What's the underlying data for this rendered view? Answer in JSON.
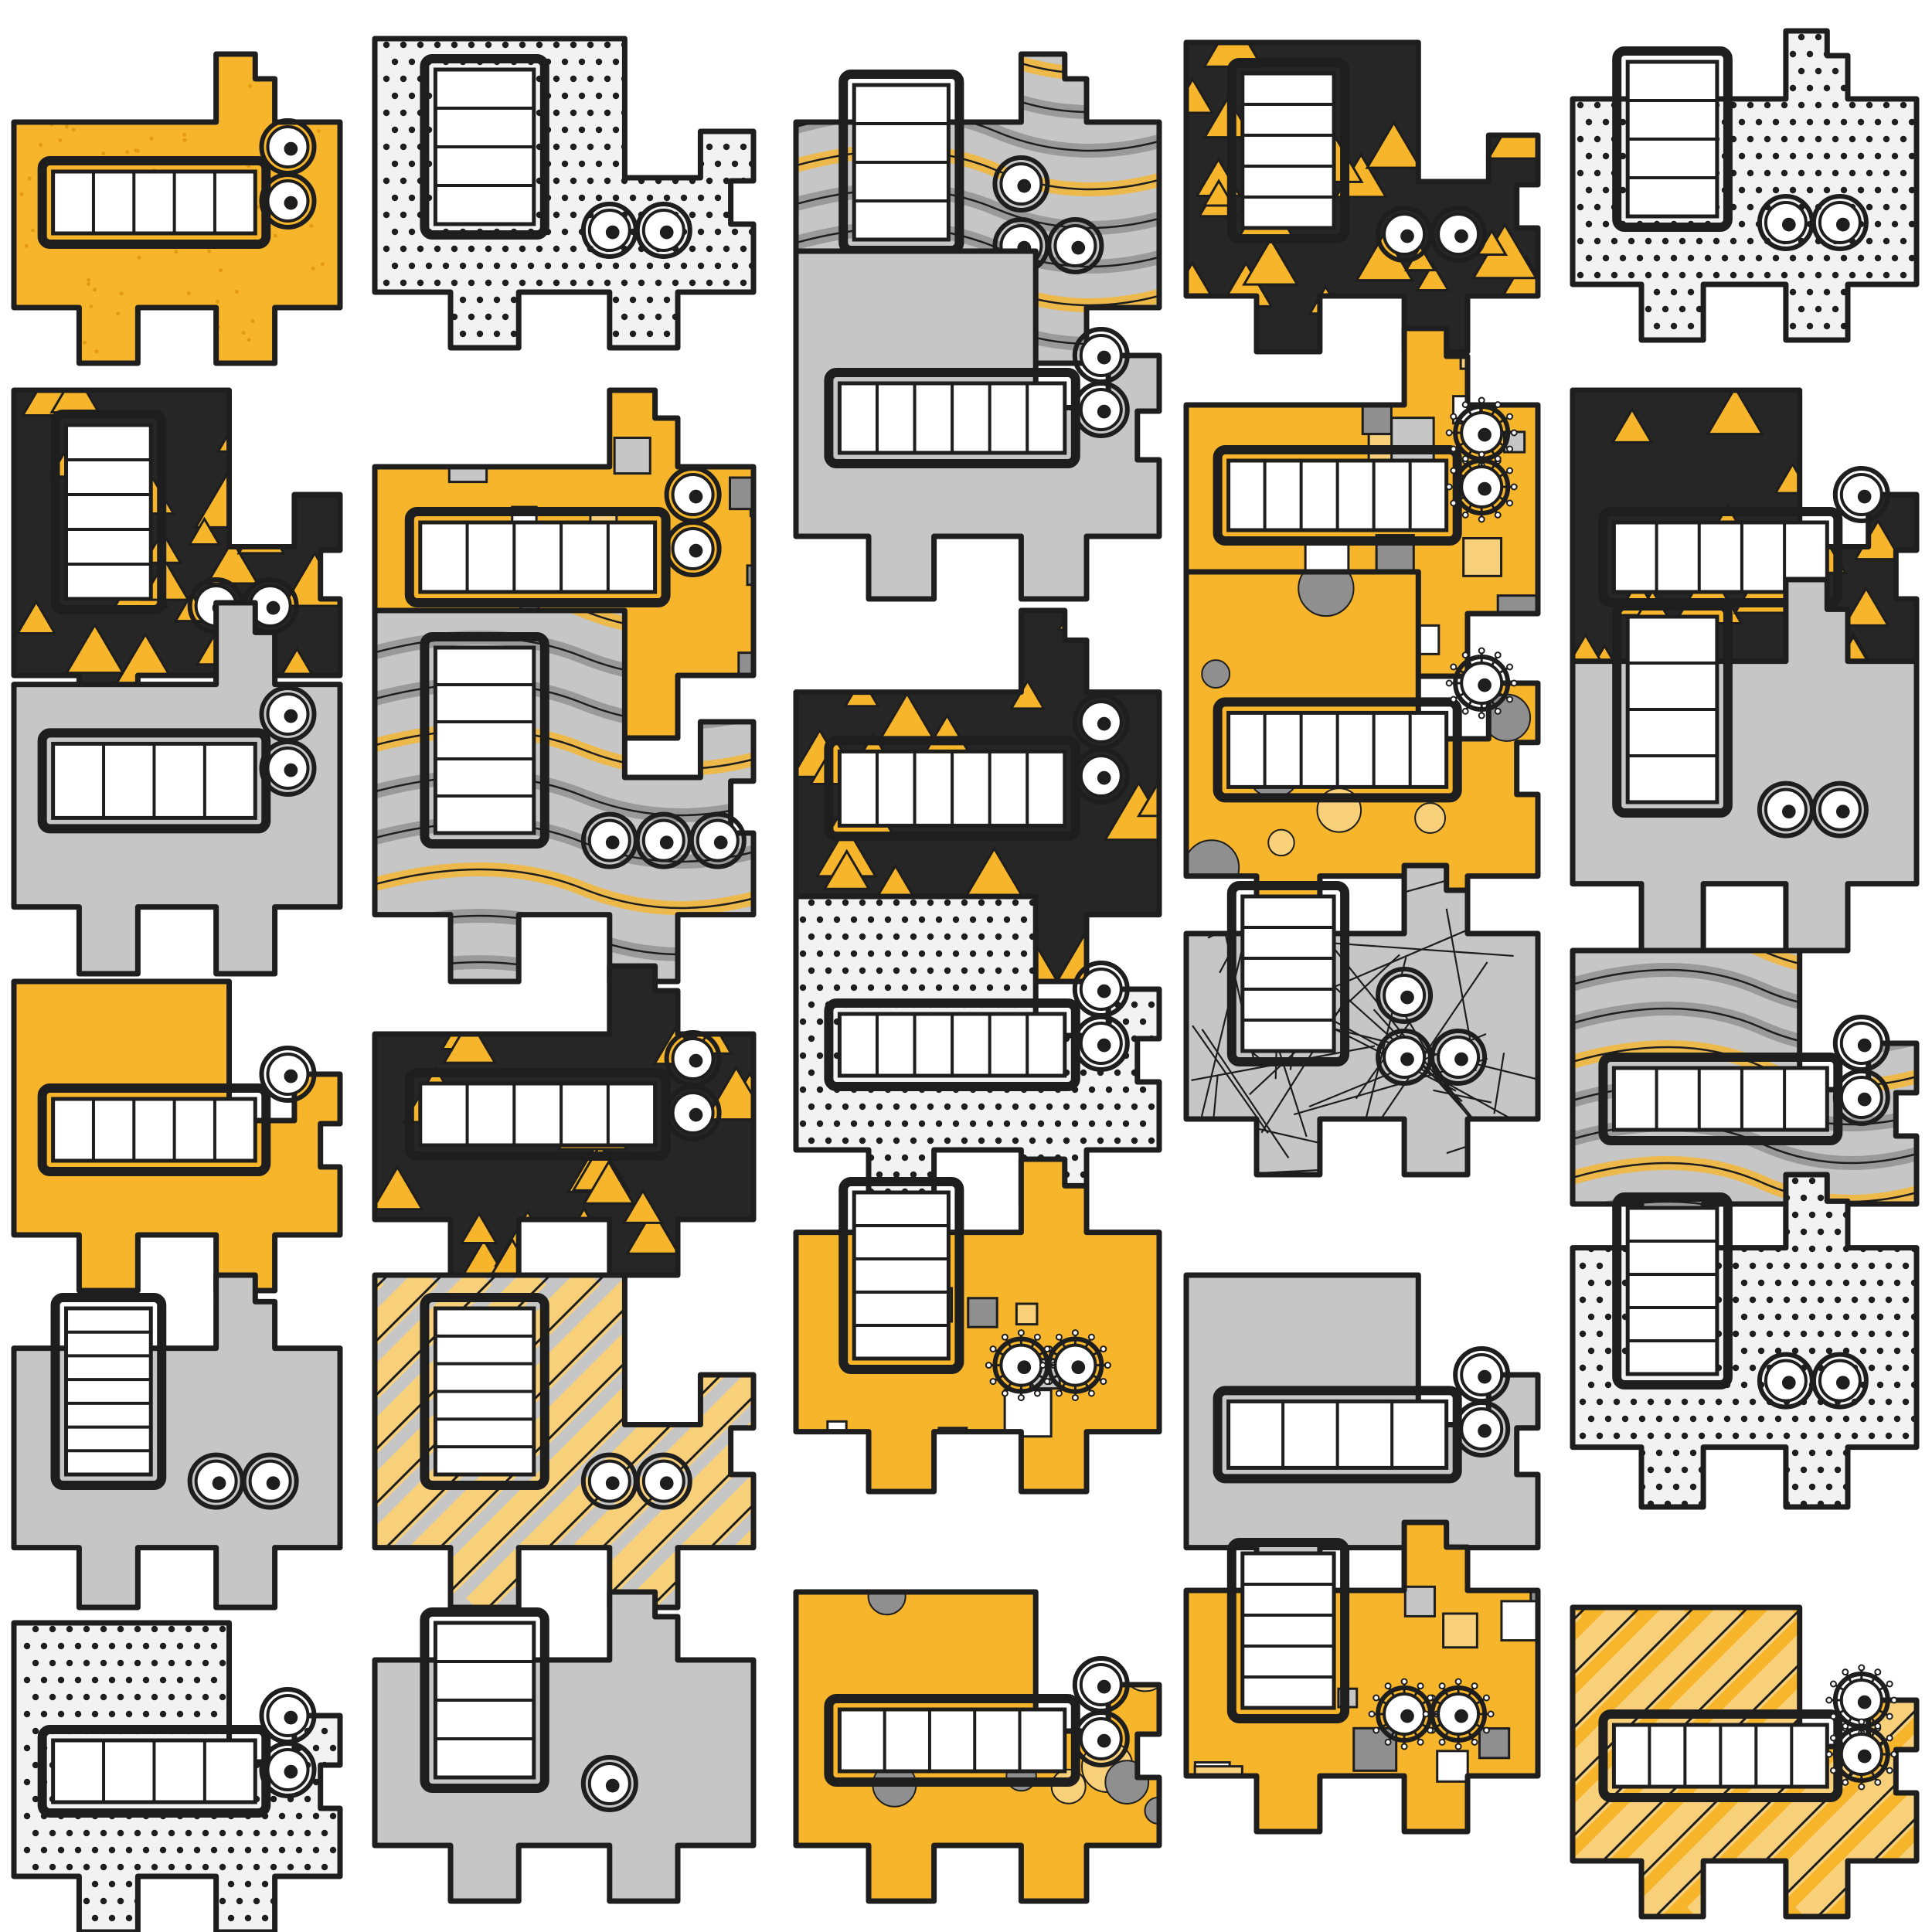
{
  "artwork": {
    "palette": {
      "ink": "#1e1e1e",
      "yellow": "#f6b52a",
      "yellow_light": "#f9d07a",
      "gray": "#c6c6c6",
      "gray_dark": "#8f8f8f",
      "black_fill": "#262626",
      "white": "#ffffff"
    },
    "monsters": [
      {
        "name": "monster-r1-c1",
        "fill": "yellow",
        "pattern": "speckle",
        "mouth": "horizontal",
        "teeth": 5,
        "eyes": 2
      },
      {
        "name": "monster-r1-c2",
        "fill": "dotted",
        "pattern": "dots",
        "mouth": "vertical",
        "teeth": 4,
        "eyes": 2
      },
      {
        "name": "monster-r1-c3",
        "fill": "gray",
        "pattern": "waves",
        "mouth": "vertical",
        "teeth": 4,
        "eyes": 3
      },
      {
        "name": "monster-r1-c4",
        "fill": "black",
        "pattern": "triangles",
        "mouth": "vertical",
        "teeth": 5,
        "eyes": 2
      },
      {
        "name": "monster-r1-c5",
        "fill": "dotted",
        "pattern": "dots",
        "mouth": "vertical",
        "teeth": 4,
        "eyes": 2
      },
      {
        "name": "monster-r2-c1",
        "fill": "black",
        "pattern": "triangles",
        "mouth": "vertical",
        "teeth": 5,
        "eyes": 2
      },
      {
        "name": "monster-r2-c2",
        "fill": "yellow",
        "pattern": "squares",
        "mouth": "horizontal",
        "teeth": 5,
        "eyes": 2
      },
      {
        "name": "monster-r2-c3",
        "fill": "gray",
        "pattern": "plain",
        "mouth": "horizontal",
        "teeth": 6,
        "eyes": 2
      },
      {
        "name": "monster-r2-c4",
        "fill": "yellow",
        "pattern": "squares",
        "mouth": "horizontal",
        "teeth": 6,
        "eyes": 2
      },
      {
        "name": "monster-r2-c5",
        "fill": "black",
        "pattern": "triangles",
        "mouth": "horizontal",
        "teeth": 5,
        "eyes": 1
      },
      {
        "name": "monster-r3-c1",
        "fill": "gray",
        "pattern": "plain",
        "mouth": "horizontal",
        "teeth": 4,
        "eyes": 2
      },
      {
        "name": "monster-r3-c2",
        "fill": "gray",
        "pattern": "waves",
        "mouth": "vertical",
        "teeth": 5,
        "eyes": 3
      },
      {
        "name": "monster-r3-c3",
        "fill": "black",
        "pattern": "triangles",
        "mouth": "horizontal",
        "teeth": 6,
        "eyes": 2
      },
      {
        "name": "monster-r3-c4",
        "fill": "yellow",
        "pattern": "spots",
        "mouth": "horizontal",
        "teeth": 6,
        "eyes": 1
      },
      {
        "name": "monster-r3-c5",
        "fill": "gray",
        "pattern": "plain",
        "mouth": "vertical",
        "teeth": 4,
        "eyes": 2
      },
      {
        "name": "monster-r4-c1",
        "fill": "yellow",
        "pattern": "plain",
        "mouth": "horizontal",
        "teeth": 5,
        "eyes": 1
      },
      {
        "name": "monster-r4-c2",
        "fill": "black",
        "pattern": "triangles",
        "mouth": "horizontal",
        "teeth": 5,
        "eyes": 2
      },
      {
        "name": "monster-r4-c3",
        "fill": "dotted",
        "pattern": "dots",
        "mouth": "horizontal",
        "teeth": 6,
        "eyes": 2
      },
      {
        "name": "monster-r4-c4",
        "fill": "gray",
        "pattern": "lines",
        "mouth": "vertical",
        "teeth": 5,
        "eyes": 3
      },
      {
        "name": "monster-r4-c5",
        "fill": "gray",
        "pattern": "waves",
        "mouth": "horizontal",
        "teeth": 5,
        "eyes": 2
      },
      {
        "name": "monster-r5-c1",
        "fill": "gray",
        "pattern": "plain",
        "mouth": "vertical",
        "teeth": 7,
        "eyes": 2
      },
      {
        "name": "monster-r5-c2",
        "fill": "gray",
        "pattern": "stripes",
        "mouth": "vertical",
        "teeth": 6,
        "eyes": 2
      },
      {
        "name": "monster-r5-c3",
        "fill": "yellow",
        "pattern": "squares",
        "mouth": "vertical",
        "teeth": 5,
        "eyes": 2
      },
      {
        "name": "monster-r5-c4",
        "fill": "gray",
        "pattern": "plain",
        "mouth": "horizontal",
        "teeth": 4,
        "eyes": 2
      },
      {
        "name": "monster-r5-c5",
        "fill": "dotted",
        "pattern": "dots",
        "mouth": "vertical",
        "teeth": 5,
        "eyes": 2
      },
      {
        "name": "monster-r6-c1",
        "fill": "dotted",
        "pattern": "dots",
        "mouth": "horizontal",
        "teeth": 4,
        "eyes": 2
      },
      {
        "name": "monster-r6-c2",
        "fill": "gray",
        "pattern": "plain",
        "mouth": "vertical",
        "teeth": 4,
        "eyes": 1
      },
      {
        "name": "monster-r6-c3",
        "fill": "yellow",
        "pattern": "spots",
        "mouth": "horizontal",
        "teeth": 5,
        "eyes": 2
      },
      {
        "name": "monster-r6-c4",
        "fill": "yellow",
        "pattern": "squares",
        "mouth": "vertical",
        "teeth": 5,
        "eyes": 2
      },
      {
        "name": "monster-r6-c5",
        "fill": "yellow",
        "pattern": "stripes",
        "mouth": "horizontal",
        "teeth": 6,
        "eyes": 2
      }
    ]
  }
}
